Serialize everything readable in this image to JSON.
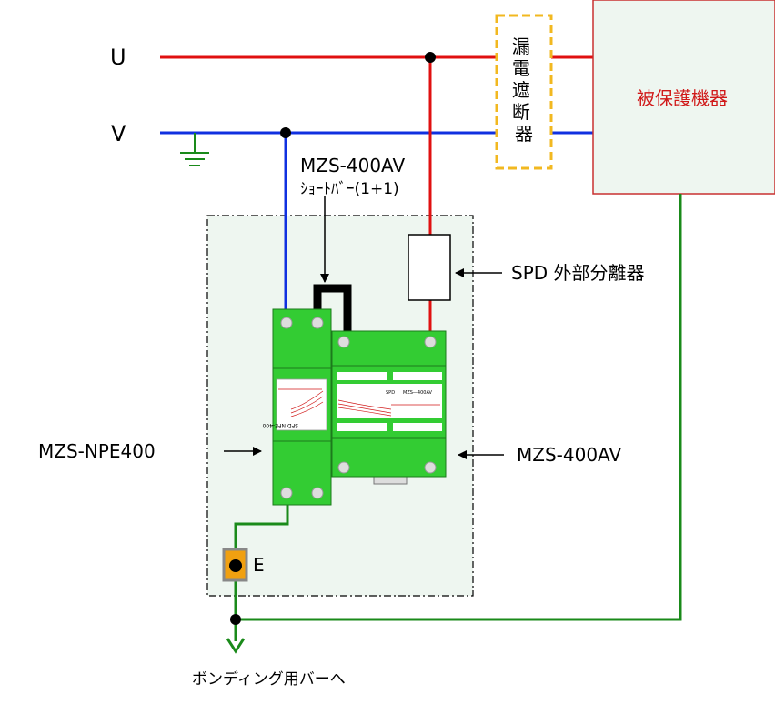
{
  "lines": {
    "u_label": "U",
    "v_label": "V",
    "u_color": "#e01010",
    "v_color": "#1030e0",
    "earth_color": "#1a8a1a"
  },
  "breaker": {
    "label": "漏電遮断器",
    "border_color": "#f2b820"
  },
  "protected_device": {
    "label": "被保護機器",
    "label_color": "#d01818",
    "fill": "#eef6f0",
    "border_color": "#c83030"
  },
  "short_bar": {
    "line1": "MZS-400AV",
    "line2": "ｼｮｰﾄﾊﾞｰ(1+1)"
  },
  "spd_separator": {
    "label": "SPD 外部分離器"
  },
  "module_left": {
    "label": "MZS-NPE400",
    "mini_text": "SPD NPE-400",
    "color": "#33cc33"
  },
  "module_right": {
    "label": "MZS-400AV",
    "mini_text_1": "SPD",
    "mini_text_2": "MZS―400AV",
    "color": "#33cc33"
  },
  "terminal": {
    "label": "E",
    "color": "#f0a010"
  },
  "bonding": {
    "label": "ボンディング用バーへ"
  }
}
